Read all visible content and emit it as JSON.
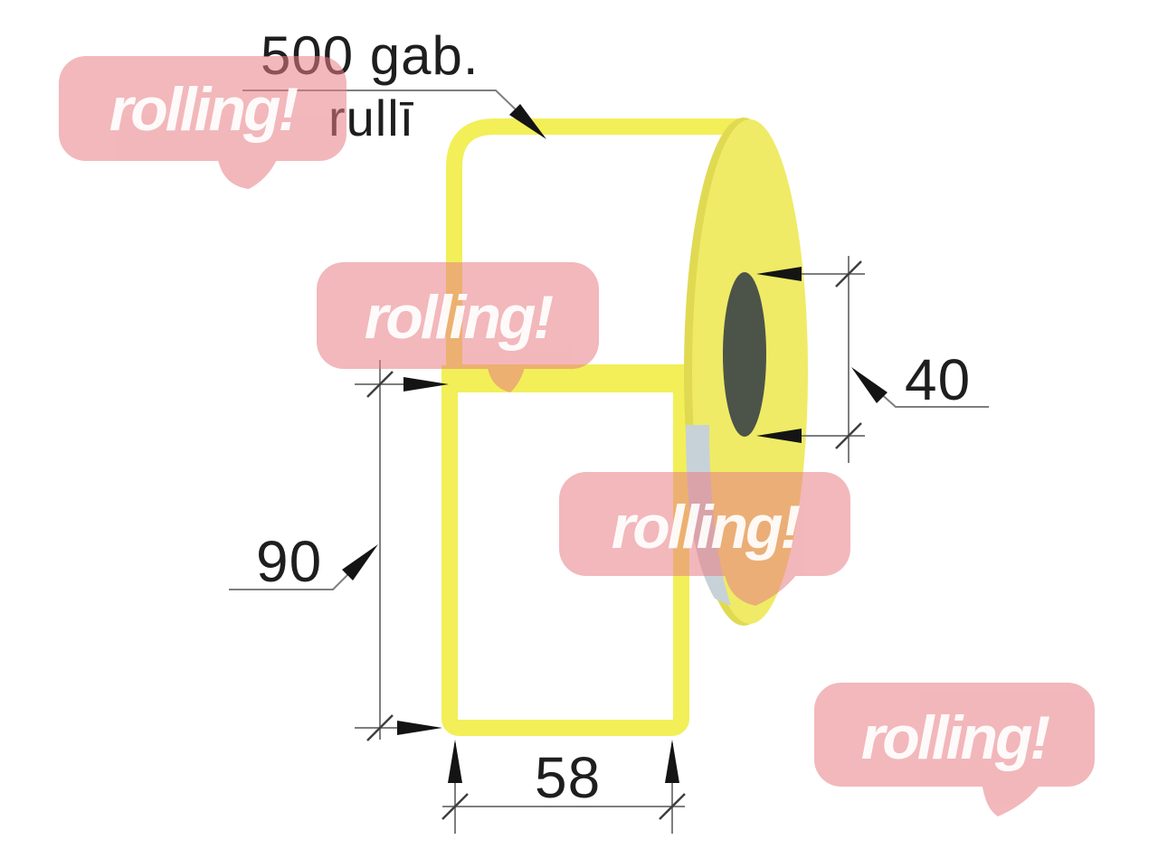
{
  "figure": {
    "description": "technical diagram of a label roll",
    "callout": {
      "line1": "500 gab.",
      "line2": "rullī"
    },
    "dimensions": {
      "label_height": "90",
      "label_width": "58",
      "core_diameter": "40"
    }
  },
  "watermark": {
    "text": "rolling!",
    "count": 4
  },
  "colors": {
    "roll_border_yellow": "#f2ef59",
    "roll_face_yellow": "#efeb67",
    "roll_face_rim": "#e0da52",
    "core_gray": "#4c5349",
    "unwind_shadow": "#c7d2d8",
    "dimension_line_gray": "#7e7e7e",
    "text_black": "#1e1e1e",
    "watermark_pink": "#e87d84",
    "watermark_text_white": "#ffffff"
  }
}
